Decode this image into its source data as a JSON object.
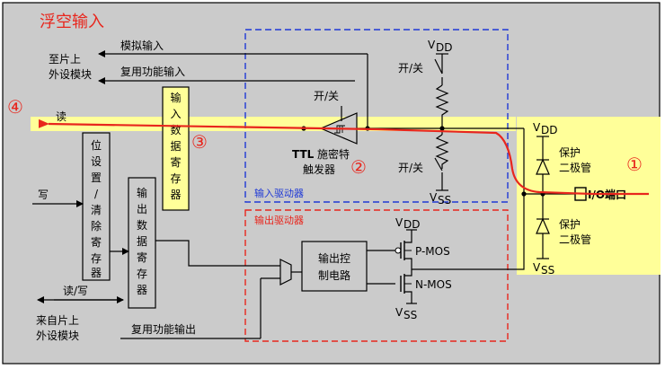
{
  "title": "浮空输入",
  "colors": {
    "background": "#cbcbcb",
    "highlight": "#ffff99",
    "signal": "#e8261d",
    "input_driver_border": "#1f39d6",
    "output_driver_border": "#e8261d"
  },
  "left_labels": {
    "analog_input": "模拟输入",
    "to_onchip_line1": "至片上",
    "to_onchip_line2": "外设模块",
    "alt_func_input": "复用功能输入",
    "read": "读",
    "write": "写",
    "read_write": "读/写",
    "from_onchip_line1": "来自片上",
    "from_onchip_line2": "外设模块",
    "alt_func_output": "复用功能输出"
  },
  "blocks": {
    "input_data_register": [
      "输",
      "入",
      "数",
      "据",
      "寄",
      "存",
      "器"
    ],
    "bit_set_clear_register": [
      "位",
      "设",
      "置",
      "/",
      "清",
      "除",
      "寄",
      "存",
      "器"
    ],
    "output_data_register": [
      "输",
      "出",
      "数",
      "据",
      "寄",
      "存",
      "器"
    ],
    "output_control_line1": "输出控",
    "output_control_line2": "制电路"
  },
  "input_driver": {
    "label": "输入驱动器",
    "switch": "开/关",
    "ttl": "TTL",
    "schmitt_line1": "施密特",
    "schmitt_line2": "触发器"
  },
  "output_driver": {
    "label": "输出驱动器",
    "pmos": "P-MOS",
    "nmos": "N-MOS"
  },
  "supply": {
    "vdd_main": "V",
    "vdd_sub": "DD",
    "vss_main": "V",
    "vss_sub": "SS"
  },
  "switches": {
    "top": "开/关",
    "bottom": "开/关"
  },
  "protection": {
    "label_line1": "保护",
    "label_line2": "二极管"
  },
  "io_port": "I/O端口",
  "markers": {
    "m1": "①",
    "m2": "②",
    "m3": "③",
    "m4": "④"
  }
}
